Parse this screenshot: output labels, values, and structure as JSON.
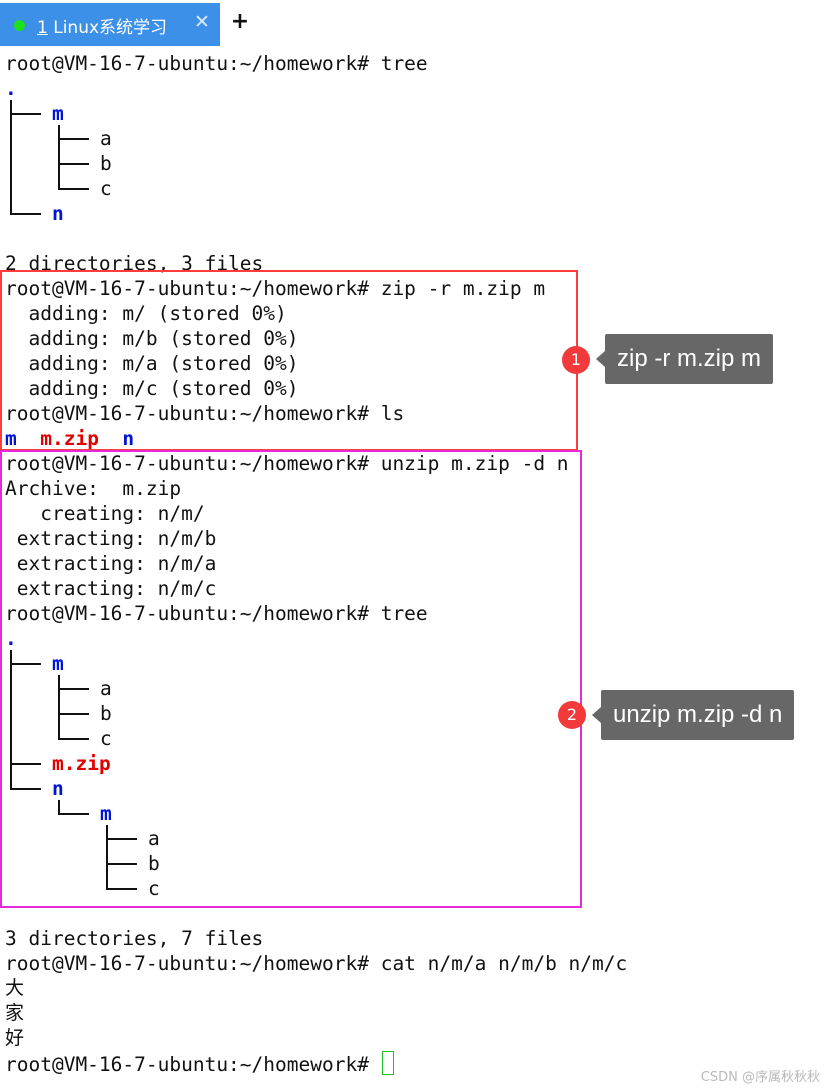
{
  "tabbar": {
    "active_tab": {
      "number": "1",
      "label": " Linux系统学习",
      "close_glyph": "✕"
    },
    "new_tab_glyph": "+"
  },
  "terminal": {
    "prompt": "root@VM-16-7-ubuntu:~/homework#",
    "cmd1": "tree",
    "tree1": {
      "root": ".",
      "dir_m": "m",
      "file_a": "a",
      "file_b": "b",
      "file_c": "c",
      "dir_n": "n"
    },
    "summary1": "2 directories, 3 files",
    "cmd2": "zip -r m.zip m",
    "zip_output": [
      "  adding: m/ (stored 0%)",
      "  adding: m/b (stored 0%)",
      "  adding: m/a (stored 0%)",
      "  adding: m/c (stored 0%)"
    ],
    "cmd3": "ls",
    "ls_output": {
      "m": "m",
      "zip": "m.zip",
      "n": "n"
    },
    "cmd4": "unzip m.zip -d n",
    "unzip_output": [
      "Archive:  m.zip",
      "   creating: n/m/",
      " extracting: n/m/b",
      " extracting: n/m/a",
      " extracting: n/m/c"
    ],
    "cmd5": "tree",
    "tree2": {
      "root": ".",
      "dir_m": "m",
      "file_a": "a",
      "file_b": "b",
      "file_c": "c",
      "zip": "m.zip",
      "dir_n": "n",
      "sub_m": "m",
      "sub_a": "a",
      "sub_b": "b",
      "sub_c": "c"
    },
    "summary2": "3 directories, 7 files",
    "cmd6": "cat n/m/a n/m/b n/m/c",
    "cat_output": [
      "大",
      "家",
      "好"
    ]
  },
  "annotations": [
    {
      "number": "1",
      "text": "zip -r m.zip m",
      "border_color": "#ff3c3c"
    },
    {
      "number": "2",
      "text": "unzip m.zip -d n",
      "border_color": "#e62ad8"
    }
  ],
  "watermark": "CSDN @序属秋秋秋",
  "colors": {
    "tab_bg": "#3d90e8",
    "directory": "#0014d8",
    "archive": "#e00000",
    "badge": "#f23a3a",
    "callout_bg": "#676767",
    "cursor": "#22c02a"
  }
}
